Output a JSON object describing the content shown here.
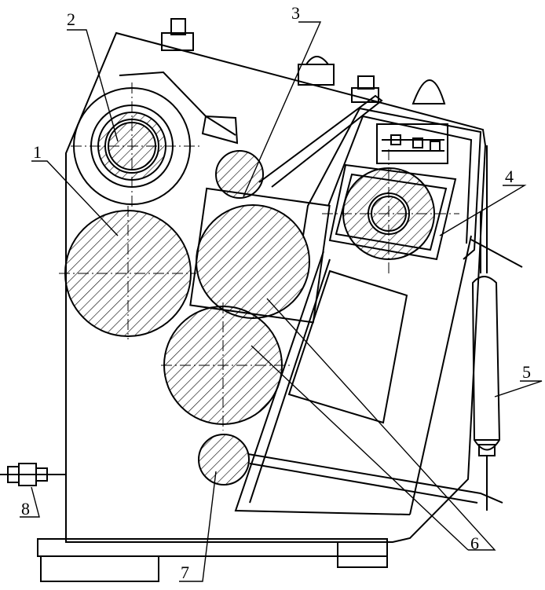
{
  "figure": {
    "parts": [
      {
        "id": "1",
        "label": "1"
      },
      {
        "id": "2",
        "label": "2"
      },
      {
        "id": "3",
        "label": "3"
      },
      {
        "id": "4",
        "label": "4"
      },
      {
        "id": "5",
        "label": "5"
      },
      {
        "id": "6",
        "label": "6"
      },
      {
        "id": "7",
        "label": "7"
      },
      {
        "id": "8",
        "label": "8"
      }
    ]
  },
  "colors": {
    "ink": "#000000",
    "paper": "#ffffff"
  }
}
